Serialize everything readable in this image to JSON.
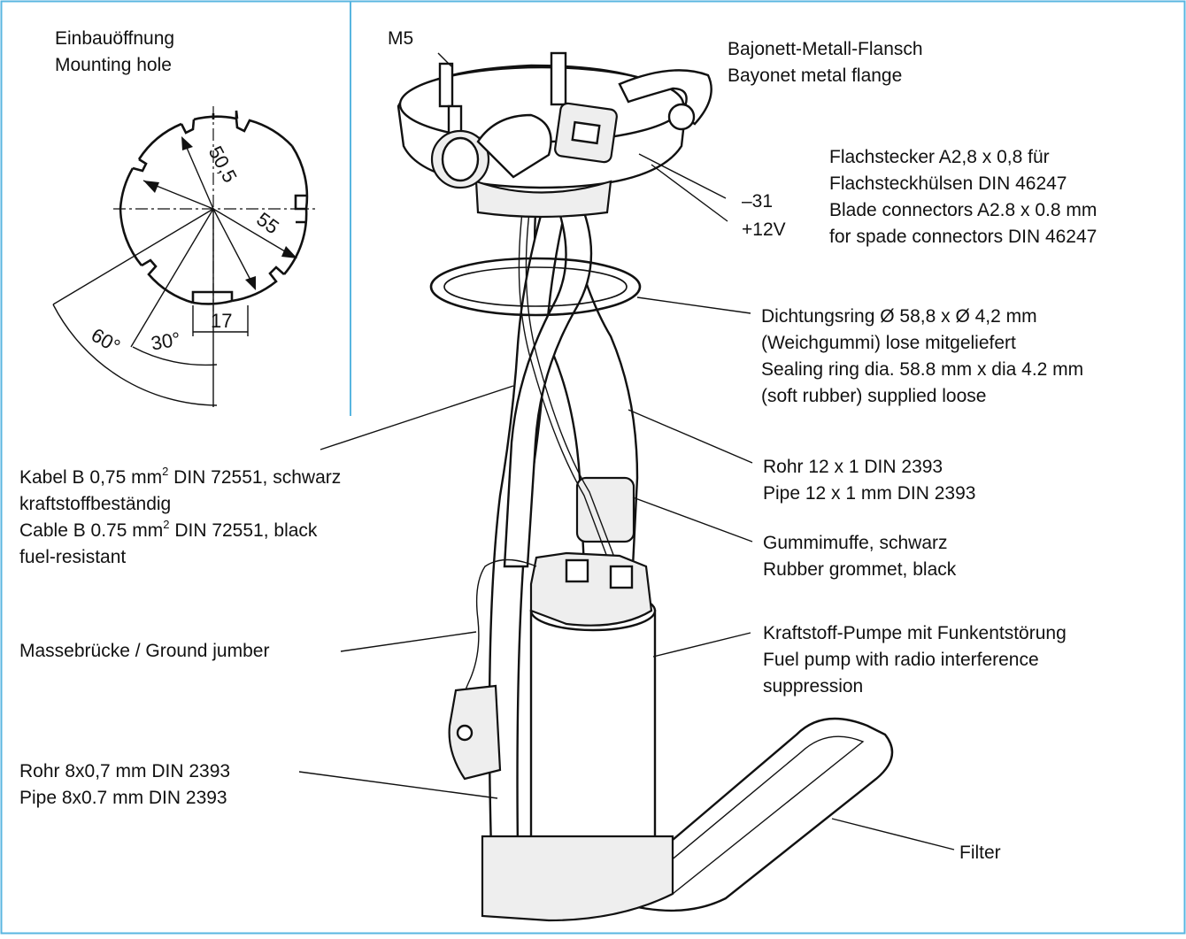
{
  "colors": {
    "border": "#59b6e0",
    "ink": "#111111",
    "background": "#ffffff"
  },
  "mounting_hole": {
    "title_de": "Einbauöffnung",
    "title_en": "Mounting hole",
    "dim_diameter_1": "50,5",
    "dim_diameter_2": "55",
    "dim_width": "17",
    "dim_angle_1": "60°",
    "dim_angle_2": "30°"
  },
  "labels": {
    "m5": "M5",
    "flange_de": "Bajonett-Metall-Flansch",
    "flange_en": "Bayonet metal flange",
    "connector_1": "Flachstecker A2,8 x 0,8 für",
    "connector_2": "Flachsteckhülsen DIN 46247",
    "connector_3": "Blade connectors A2.8 x 0.8 mm",
    "connector_4": "for spade connectors DIN 46247",
    "minus": "–31",
    "plus": "+12V",
    "seal_1": "Dichtungsring Ø 58,8 x Ø 4,2 mm",
    "seal_2": "(Weichgummi) lose mitgeliefert",
    "seal_3": "Sealing ring dia. 58.8 mm x dia 4.2 mm",
    "seal_4": "(soft rubber) supplied loose",
    "cable_1a": "Kabel B 0,75 mm",
    "cable_1sup": "2",
    "cable_1b": " DIN 72551, schwarz",
    "cable_2": "kraftstoffbeständig",
    "cable_3a": "Cable B 0.75 mm",
    "cable_3sup": "2",
    "cable_3b": " DIN 72551, black",
    "cable_4": "fuel-resistant",
    "pipe12_de": "Rohr 12 x 1 DIN 2393",
    "pipe12_en": "Pipe 12 x 1 mm DIN 2393",
    "grommet_de": "Gummimuffe, schwarz",
    "grommet_en": "Rubber grommet, black",
    "pump_1": "Kraftstoff-Pumpe mit Funkentstörung",
    "pump_2": "Fuel pump with radio interference",
    "pump_3": "suppression",
    "ground": "Massebrücke / Ground jumber",
    "pipe8_de": "Rohr 8x0,7 mm DIN 2393",
    "pipe8_en": "Pipe 8x0.7 mm DIN 2393",
    "filter": "Filter"
  }
}
